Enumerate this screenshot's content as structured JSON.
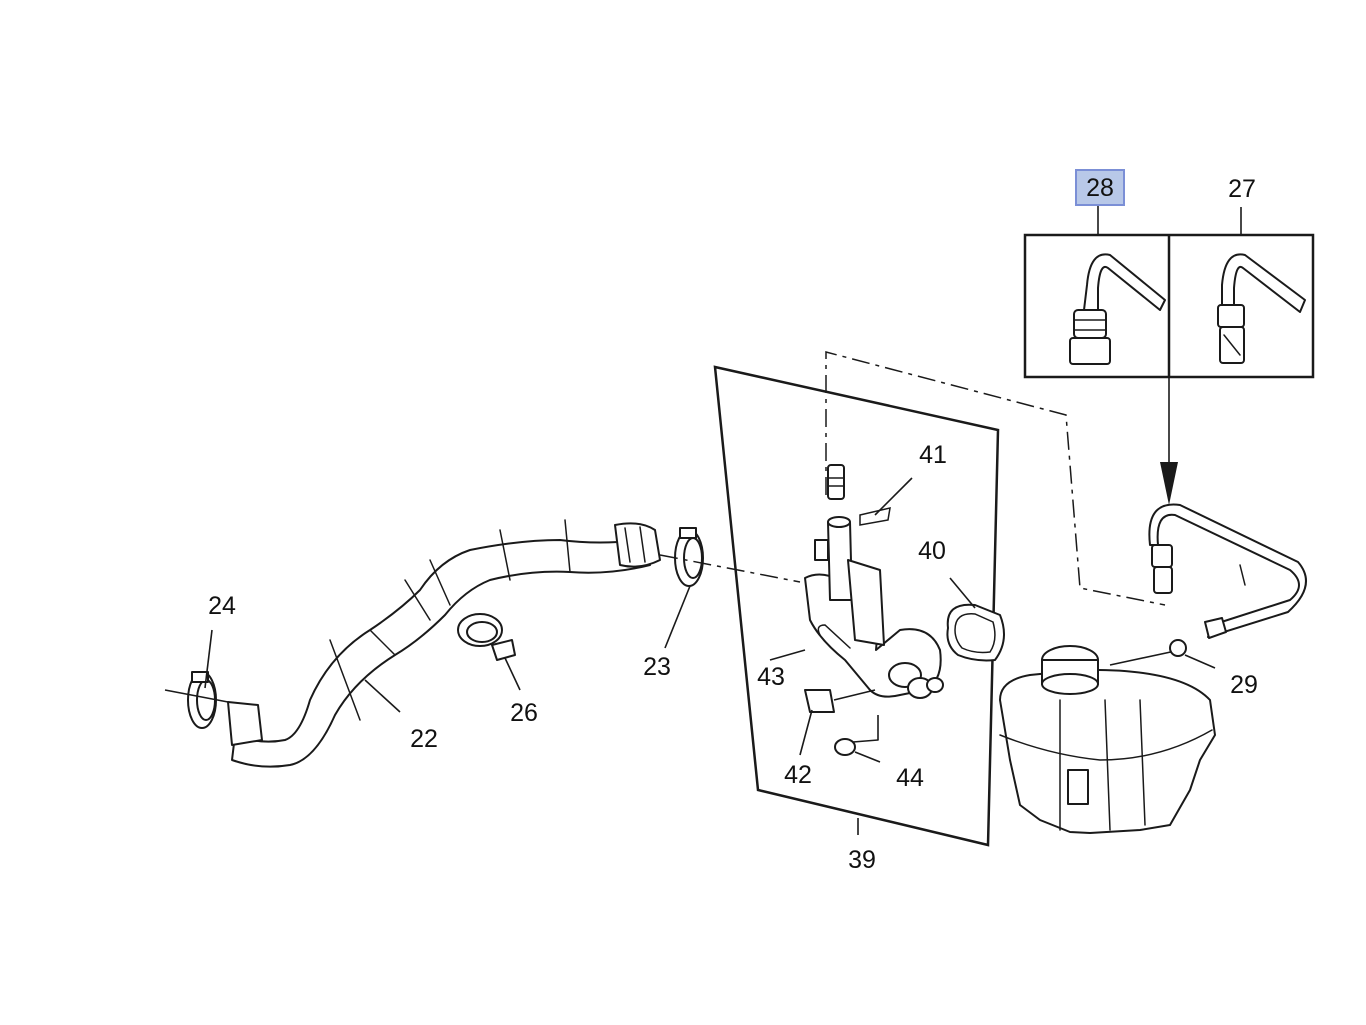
{
  "diagram": {
    "callouts": {
      "c22": "22",
      "c23": "23",
      "c24": "24",
      "c26": "26",
      "c27": "27",
      "c28": "28",
      "c29": "29",
      "c39": "39",
      "c40": "40",
      "c41": "41",
      "c42": "42",
      "c43": "43",
      "c44": "44"
    },
    "highlight_color": "#b8c8e8",
    "highlight_border": "#7b8fd6",
    "line_color": "#1a1a1a"
  }
}
